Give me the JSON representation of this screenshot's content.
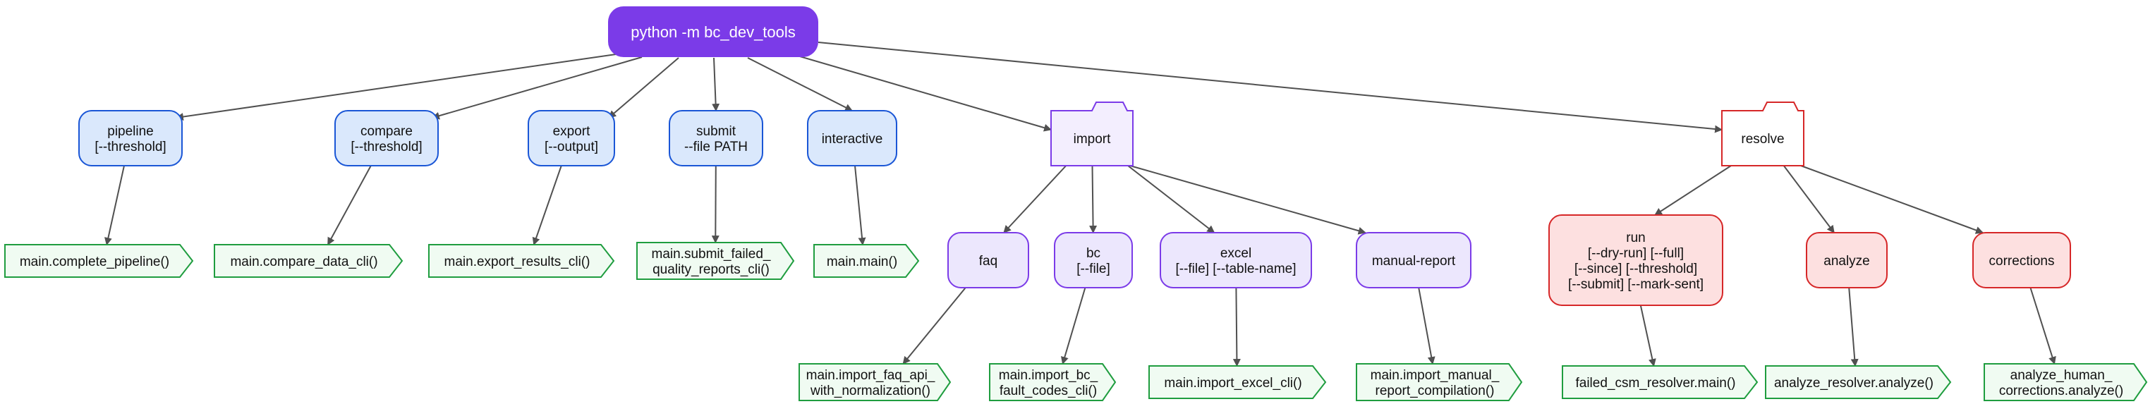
{
  "colors": {
    "root_fill": "#7b3be8",
    "command_fill": "#dae8fc",
    "command_stroke": "#1a56d6",
    "group_fill": "#f3eefe",
    "group_stroke": "#7b3be8",
    "sub_fill": "#ece7fd",
    "sub_stroke": "#7b3be8",
    "resolve_fill": "#ffffff",
    "resolve_stroke": "#d62728",
    "resolve_sub_fill": "#fde0e0",
    "resolve_sub_stroke": "#d62728",
    "target_fill": "#f0fbf2",
    "target_stroke": "#1f9d3f",
    "edge": "#505050"
  },
  "root": {
    "label": "python -m bc_dev_tools"
  },
  "commands": [
    {
      "id": "pipeline",
      "lines": [
        "pipeline",
        "[--threshold]"
      ],
      "target": [
        "main.complete_pipeline()"
      ]
    },
    {
      "id": "compare",
      "lines": [
        "compare",
        "[--threshold]"
      ],
      "target": [
        "main.compare_data_cli()"
      ]
    },
    {
      "id": "export",
      "lines": [
        "export",
        "[--output]"
      ],
      "target": [
        "main.export_results_cli()"
      ]
    },
    {
      "id": "submit",
      "lines": [
        "submit",
        "--file PATH"
      ],
      "target": [
        "main.submit_failed_",
        "quality_reports_cli()"
      ]
    },
    {
      "id": "interactive",
      "lines": [
        "interactive"
      ],
      "target": [
        "main.main()"
      ]
    }
  ],
  "groups": [
    {
      "id": "import",
      "label": "import",
      "children": [
        {
          "id": "faq",
          "lines": [
            "faq"
          ],
          "target": [
            "main.import_faq_api_",
            "with_normalization()"
          ]
        },
        {
          "id": "bc",
          "lines": [
            "bc",
            "[--file]"
          ],
          "target": [
            "main.import_bc_",
            "fault_codes_cli()"
          ]
        },
        {
          "id": "excel",
          "lines": [
            "excel",
            "[--file] [--table-name]"
          ],
          "target": [
            "main.import_excel_cli()"
          ]
        },
        {
          "id": "manual-report",
          "lines": [
            "manual-report"
          ],
          "target": [
            "main.import_manual_",
            "report_compilation()"
          ]
        }
      ]
    },
    {
      "id": "resolve",
      "label": "resolve",
      "children": [
        {
          "id": "run",
          "lines": [
            "run",
            "[--dry-run] [--full]",
            "[--since] [--threshold]",
            "[--submit] [--mark-sent]"
          ],
          "target": [
            "failed_csm_resolver.main()"
          ]
        },
        {
          "id": "analyze",
          "lines": [
            "analyze"
          ],
          "target": [
            "analyze_resolver.analyze()"
          ]
        },
        {
          "id": "corrections",
          "lines": [
            "corrections"
          ],
          "target": [
            "analyze_human_",
            "corrections.analyze()"
          ]
        }
      ]
    }
  ]
}
